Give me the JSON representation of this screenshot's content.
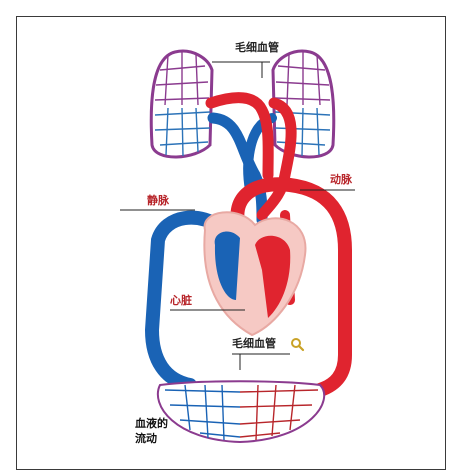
{
  "labels": {
    "capillary_top": "毛细血管",
    "artery": "动脉",
    "vein": "静脉",
    "heart": "心脏",
    "capillary_bottom": "毛细血管"
  },
  "caption": {
    "line1": "血液的",
    "line2": "流动"
  },
  "colors": {
    "artery_red": "#e0242f",
    "vein_blue": "#1a63b5",
    "heart_pink": "#f6c9c4",
    "capillary_purple": "#8b3b8f",
    "border": "#3a3a3a"
  },
  "icons": {
    "magnifier": "magnifier-icon"
  }
}
